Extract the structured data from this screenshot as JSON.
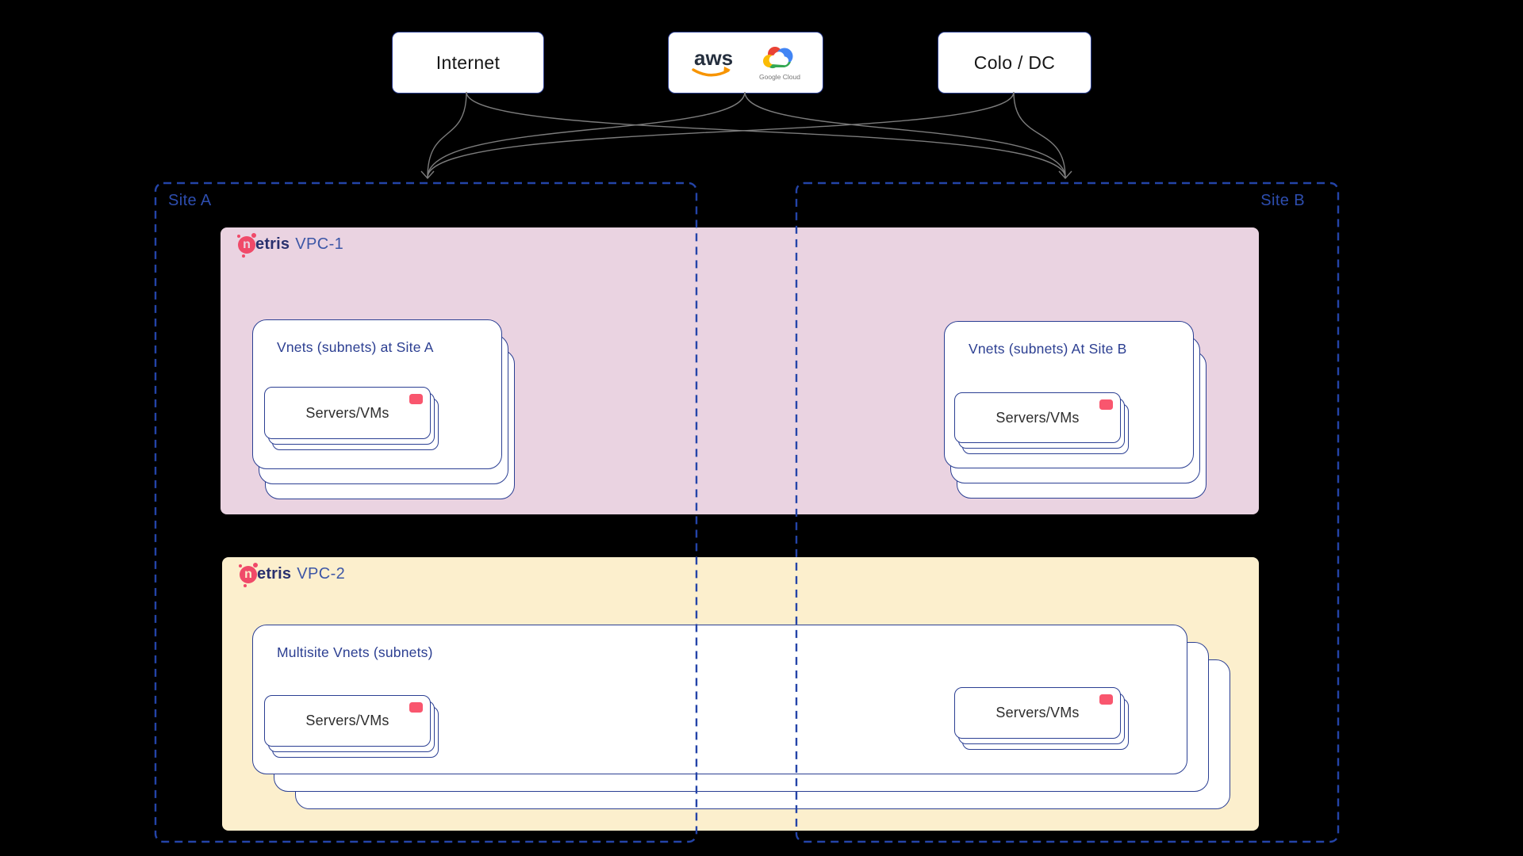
{
  "colors": {
    "canvas_bg": "#000000",
    "card_border": "#2b3f93",
    "site_dash": "#2444a8",
    "connector": "#7c7c7c",
    "vpc1_bg": "#ead3e1",
    "vpc2_bg": "#fcefcd",
    "brand_pink": "#f04a69",
    "badge_pink": "#f9566e",
    "aws_dark": "#252f3e",
    "aws_orange": "#f79400",
    "gcp_text": "#757575"
  },
  "nodes": {
    "internet": "Internet",
    "colo": "Colo / DC",
    "aws": "aws",
    "google_cloud": "Google Cloud"
  },
  "sites": {
    "a": "Site A",
    "b": "Site B"
  },
  "brand": {
    "n_letter": "n",
    "word": "etris"
  },
  "vpc1": {
    "name": "VPC-1",
    "vnet_a": {
      "title": "Vnets (subnets) at Site A",
      "server_label": "Servers/VMs"
    },
    "vnet_b": {
      "title": "Vnets (subnets) At Site B",
      "server_label": "Servers/VMs"
    }
  },
  "vpc2": {
    "name": "VPC-2",
    "multisite": {
      "title": "Multisite Vnets (subnets)",
      "server_left_label": "Servers/VMs",
      "server_right_label": "Servers/VMs"
    }
  }
}
